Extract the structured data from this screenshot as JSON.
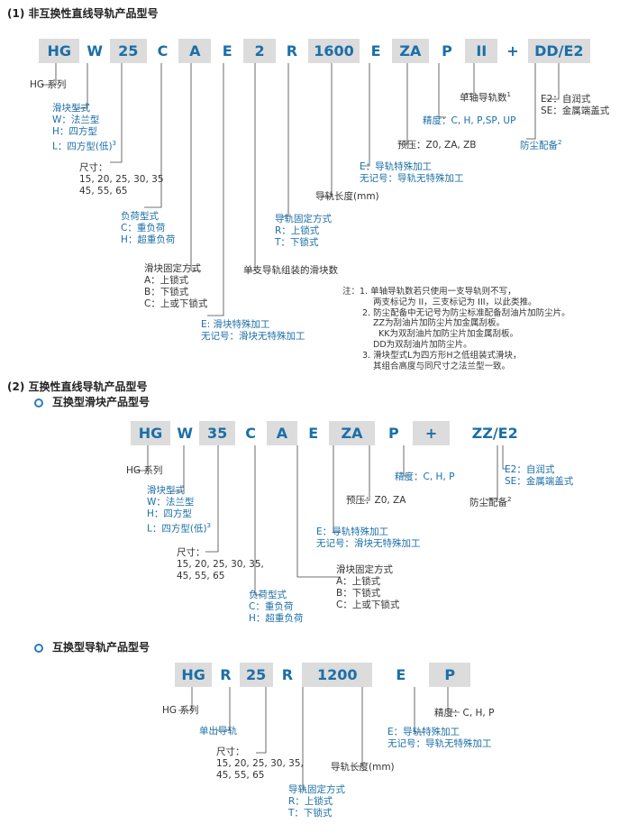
{
  "s1": {
    "title": "(1) 非互换性直线导轨产品型号",
    "codes": [
      "HG",
      "W",
      "25",
      "C",
      "A",
      "E",
      "2",
      "R",
      "1600",
      "E",
      "ZA",
      "P",
      "II",
      "+",
      "DD/E2"
    ],
    "series": "HG 系列",
    "blocktype": [
      "滑块型式",
      "W：法兰型",
      "H：四方型",
      "L：四方型(低)"
    ],
    "blocktype_sup": "3",
    "size": [
      "尺寸：",
      "15, 20, 25, 30, 35",
      "45, 55, 65"
    ],
    "load": [
      "负荷型式",
      "C：重负荷",
      "H：超重负荷"
    ],
    "mount": [
      "滑块固定方式",
      "A：上锁式",
      "B：下锁式",
      "C：上或下锁式"
    ],
    "blockmach": [
      "E: 滑块特殊加工",
      "无记号：滑块无特殊加工"
    ],
    "blocks": "单支导轨组装的滑块数",
    "railmount": [
      "导轨固定方式",
      "R：上锁式",
      "T：下锁式"
    ],
    "raillen": "导轨长度(mm)",
    "railmach": [
      "E：导轨特殊加工",
      "无记号：导轨无特殊加工"
    ],
    "preload": "预压：Z0, ZA, ZB",
    "precision": "精度：C, H, P,SP, UP",
    "single": "单轴导轨数",
    "single_sup": "1",
    "dust": "防尘配备",
    "dust_sup": "2",
    "e2": [
      "E2：自润式",
      "SE：金属端盖式"
    ],
    "notes": [
      "注：1. 单轴导轨数若只使用一支导轨则不写，",
      "两支标记为 II，三支标记为 III，以此类推。",
      "2. 防尘配备中无记号为防尘标准配备刮油片加防尘片。",
      "ZZ为刮油片加防尘片加金属刮板。",
      "KK为双刮油片加防尘片加金属刮板。",
      "DD为双刮油片加防尘片。",
      "3. 滑块型式L为四方形H之低组装式滑块，",
      "其组合高度与同尺寸之法兰型一致。"
    ]
  },
  "s2": {
    "title": "(2) 互换性直线导轨产品型号",
    "sub1": "互换型滑块产品型号",
    "sub2": "互换型导轨产品型号"
  },
  "s2b": {
    "codes": [
      "HG",
      "W",
      "35",
      "C",
      "A",
      "E",
      "ZA",
      "P",
      "+",
      "ZZ/E2"
    ],
    "series": "HG 系列",
    "blocktype": [
      "滑块型式",
      "W：法兰型",
      "H：四方型",
      "L：四方型(低)"
    ],
    "blocktype_sup": "3",
    "size": [
      "尺寸：",
      "15, 20, 25, 30, 35,",
      "45, 55, 65"
    ],
    "load": [
      "负荷型式",
      "C：重负荷",
      "H：超重负荷"
    ],
    "mount": [
      "滑块固定方式",
      "A：上锁式",
      "B：下锁式",
      "C：上或下锁式"
    ],
    "blockmach": [
      "E：导轨特殊加工",
      "无记号：滑块无特殊加工"
    ],
    "preload": "预压：Z0, ZA",
    "precision": "精度：C, H, P",
    "dust": "防尘配备",
    "dust_sup": "2",
    "e2": [
      "E2：自润式",
      "SE：金属端盖式"
    ]
  },
  "s3": {
    "codes": [
      "HG",
      "R",
      "25",
      "R",
      "1200",
      "E",
      "P"
    ],
    "series": "HG 系列",
    "single": "单出导轨",
    "size": [
      "尺寸：",
      "15, 20, 25, 30, 35,",
      "45, 55, 65"
    ],
    "railmount": [
      "导轨固定方式",
      "R：上锁式",
      "T：下锁式"
    ],
    "raillen": "导轨长度(mm)",
    "railmach": [
      "E：导轨特殊加工",
      "无记号：导轨无特殊加工"
    ],
    "precision": "精度：C, H, P"
  },
  "colors": {
    "accent": "#1b6fa8",
    "gray": "#dcdcdc",
    "text": "#333333"
  }
}
